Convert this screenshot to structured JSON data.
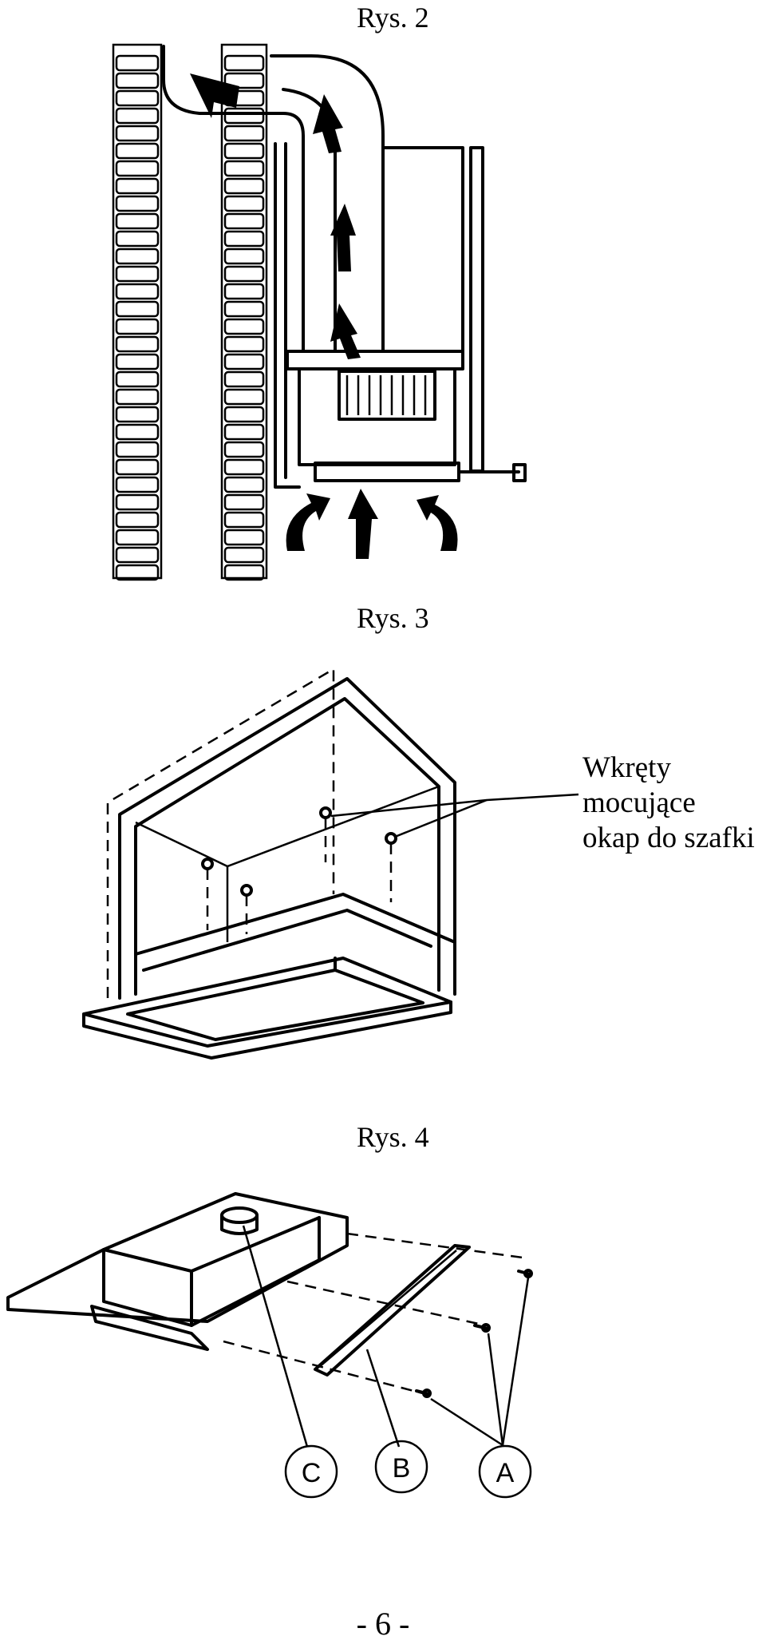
{
  "figures": [
    {
      "id": "rys2",
      "caption": "Rys. 2"
    },
    {
      "id": "rys3",
      "caption": "Rys. 3",
      "label_lines": [
        "Wkręty",
        "mocujące",
        "okap do szafki"
      ]
    },
    {
      "id": "rys4",
      "caption": "Rys. 4",
      "callouts": [
        "C",
        "B",
        "A"
      ]
    }
  ],
  "page_number": "- 6 -"
}
